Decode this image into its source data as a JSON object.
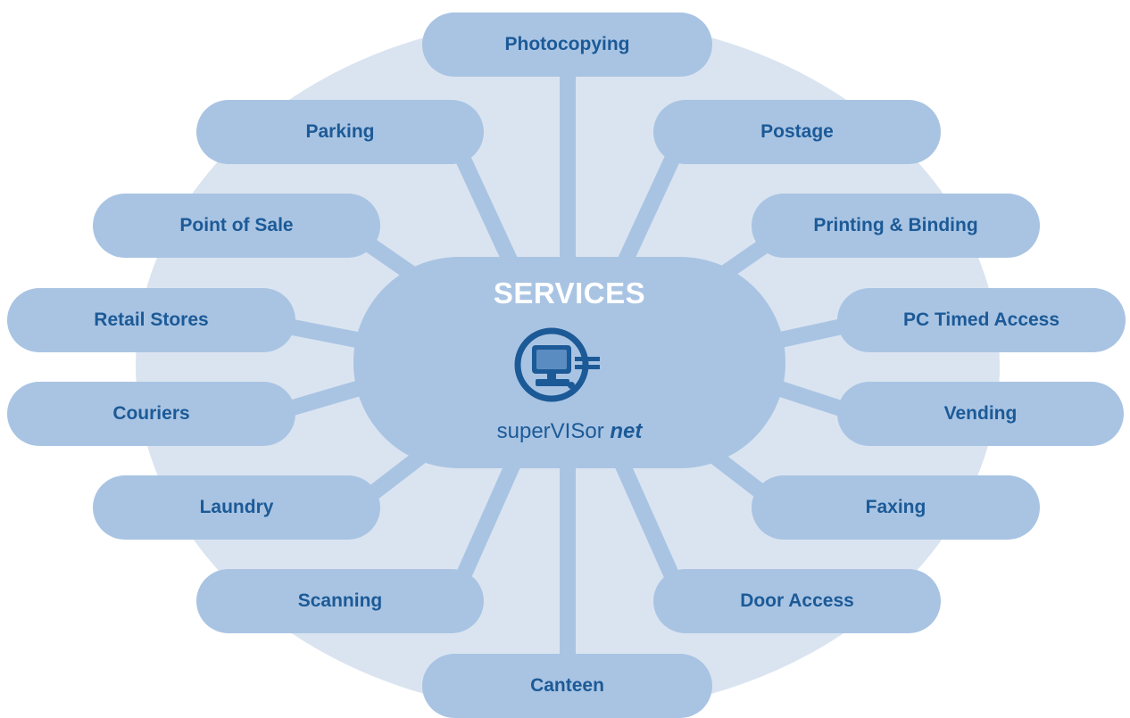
{
  "hub": {
    "title": "SERVICES",
    "brand_prefix": "superVISor",
    "brand_suffix": "net",
    "icon": "computer-monitor-icon"
  },
  "services": [
    "Photocopying",
    "Parking",
    "Postage",
    "Point of Sale",
    "Printing & Binding",
    "Retail Stores",
    "PC Timed Access",
    "Couriers",
    "Vending",
    "Laundry",
    "Faxing",
    "Scanning",
    "Door Access",
    "Canteen"
  ],
  "colors": {
    "background_circle": "#dae4f0",
    "node_fill": "#a9c4e3",
    "text": "#1c5a97",
    "hub_title": "#ffffff"
  }
}
